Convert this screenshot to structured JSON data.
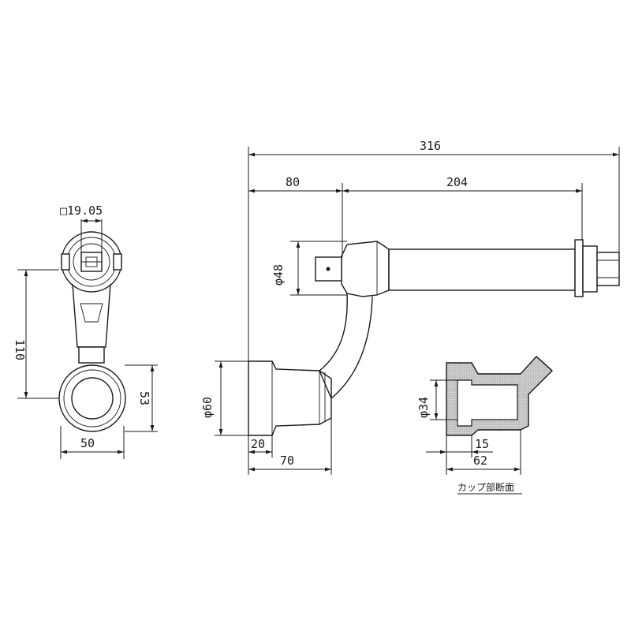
{
  "dimensions": {
    "total_length": "316",
    "offset_80": "80",
    "length_204": "204",
    "dia_48": "φ48",
    "dia_60": "φ60",
    "len_20": "20",
    "len_70": "70",
    "square_1905": "□19.05",
    "height_110": "110",
    "height_53": "53",
    "width_50": "50",
    "dia_34": "φ34",
    "len_15": "15",
    "len_62": "62"
  },
  "labels": {
    "cup_section": "カップ部断面"
  }
}
